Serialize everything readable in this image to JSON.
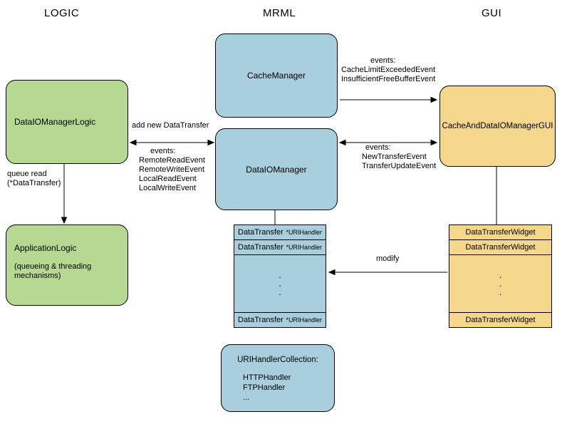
{
  "headers": {
    "logic": "LOGIC",
    "mrml": "MRML",
    "gui": "GUI"
  },
  "boxes": {
    "data_io_manager_logic": "DataIOManagerLogic",
    "application_logic": {
      "title": "ApplicationLogic",
      "sub_line1": "(queueing & threading",
      "sub_line2": "mechanisms)"
    },
    "cache_manager": "CacheManager",
    "data_io_manager": "DataIOManager",
    "cache_and_data_io_manager_gui": "CacheAndDataIOManagerGUI",
    "uri_handler_collection": {
      "title": "URIHandlerCollection:",
      "items": [
        "HTTPHandler",
        "FTPHandler",
        "..."
      ]
    }
  },
  "edge_labels": {
    "queue_read_line1": "queue read",
    "queue_read_line2": "(*DataTransfer)",
    "add_new_data_transfer": "add new DataTransfer",
    "io_events": {
      "title": "events:",
      "lines": [
        "RemoteReadEvent",
        "RemoteWriteEvent",
        "LocalReadEvent",
        "LocalWriteEvent"
      ]
    },
    "cache_events": {
      "title": "events:",
      "lines": [
        "CacheLimitExceededEvent",
        "InsufficientFreeBufferEvent"
      ]
    },
    "gui_events": {
      "title": "events:",
      "lines": [
        "NewTransferEvent",
        "TransferUpdateEvent"
      ]
    },
    "modify": "modify"
  },
  "tables": {
    "data_transfer": {
      "cell": "DataTransfer",
      "handler": "*URIHandler",
      "dot": "."
    },
    "widget": {
      "cell": "DataTransferWidget",
      "dot": "."
    }
  },
  "colors": {
    "green": "#b6d893",
    "blue": "#a9cede",
    "tan": "#f4d68c"
  }
}
